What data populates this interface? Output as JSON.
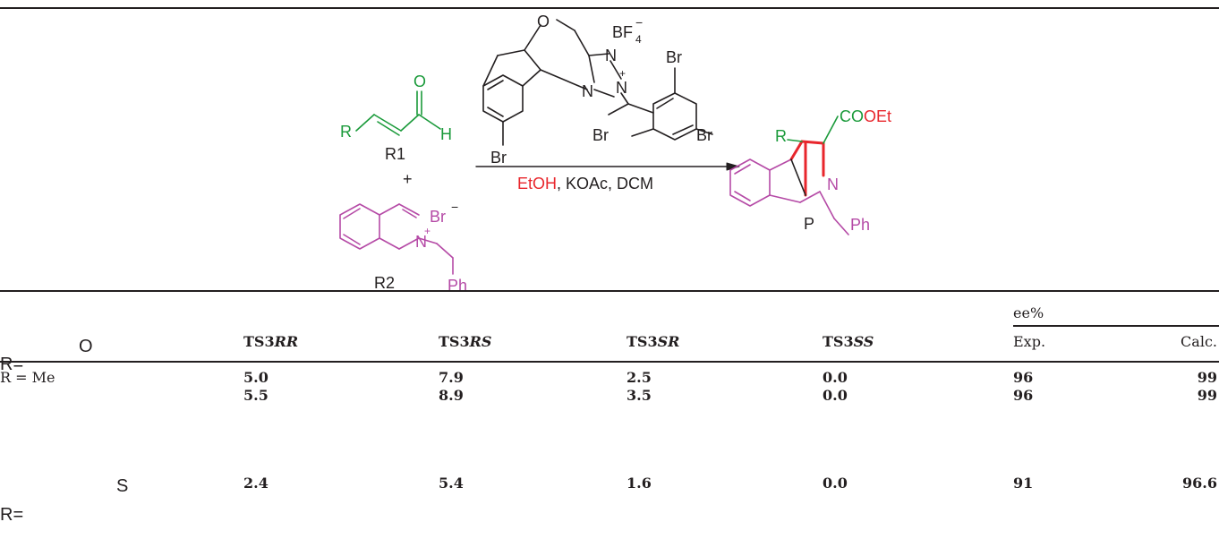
{
  "scheme": {
    "reactant1_label": "R1",
    "reactant2_label": "R2",
    "product_label": "P",
    "plus": "+",
    "conditions_red": "EtOH",
    "conditions_rest": ", KOAc, DCM",
    "atoms": {
      "O": "O",
      "H": "H",
      "R": "R",
      "Br": "Br",
      "Br_minus": "Br",
      "N": "N",
      "BF4": "BF",
      "BF4_sub": "4",
      "Ph": "Ph",
      "COOEt_green": "CO",
      "COOEt_red": "OEt",
      "minus": "−",
      "plus_sign": "+"
    }
  },
  "table": {
    "group_header": "ee%",
    "columns": [
      "TS3",
      "TS3",
      "TS3",
      "TS3",
      "Exp.",
      "Calc."
    ],
    "column_suffixes": [
      "RR",
      "RS",
      "SR",
      "SS"
    ],
    "rows": [
      {
        "label": "R = Me",
        "values": [
          "5.0",
          "7.9",
          "2.5",
          "0.0",
          "96",
          "99"
        ]
      },
      {
        "label": "R=",
        "values": [
          "5.5",
          "8.9",
          "3.5",
          "0.0",
          "96",
          "99"
        ]
      },
      {
        "label": "R=",
        "values": [
          "2.4",
          "5.4",
          "1.6",
          "0.0",
          "91",
          "96.6"
        ]
      }
    ],
    "furan_atom": "O",
    "thiophene_atom": "S"
  },
  "colors": {
    "green": "#1a9a3a",
    "magenta": "#b54aa6",
    "red": "#e8262c",
    "black": "#231f20"
  }
}
